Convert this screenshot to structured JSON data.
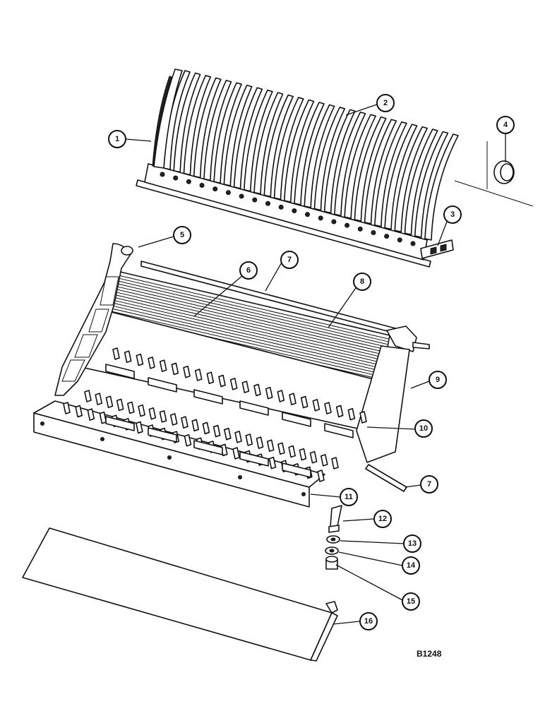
{
  "figure_id": "B1248",
  "callouts": [
    "1",
    "2",
    "3",
    "4",
    "5",
    "6",
    "7",
    "8",
    "9",
    "10",
    "7",
    "11",
    "12",
    "13",
    "14",
    "15",
    "16"
  ]
}
